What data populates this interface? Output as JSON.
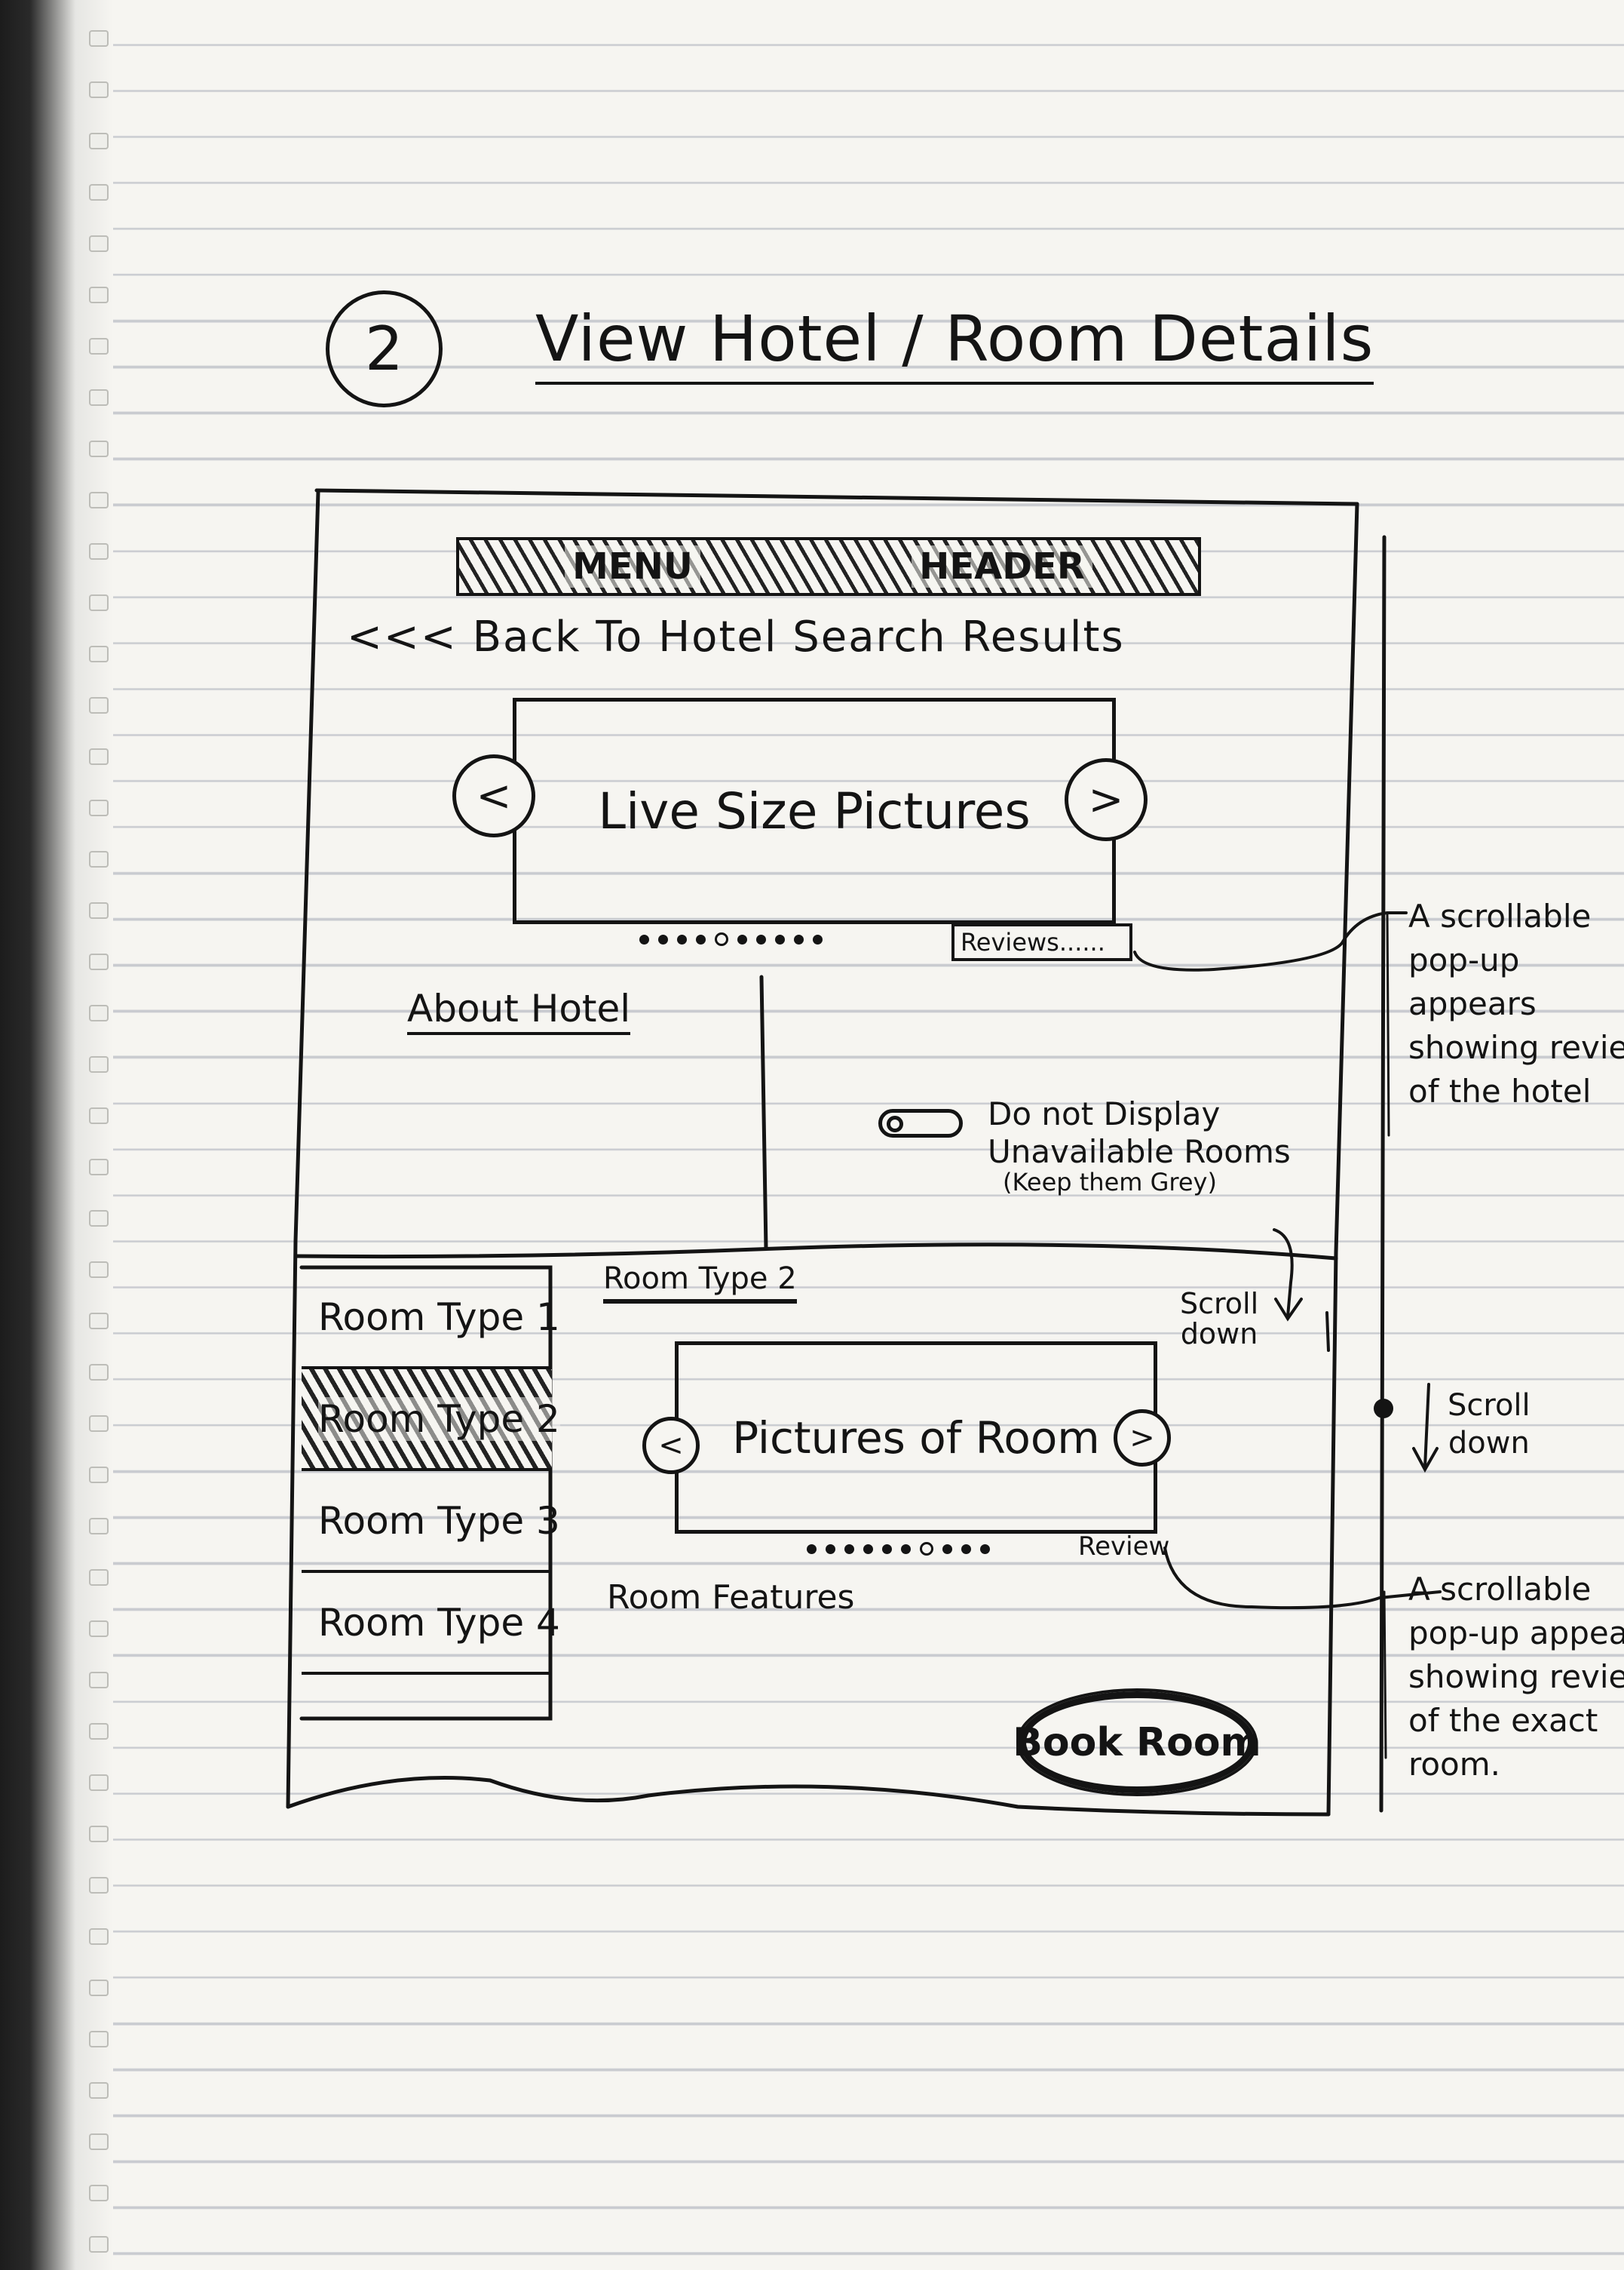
{
  "title": {
    "number": "2",
    "text": "View Hotel / Room Details"
  },
  "header": {
    "menu_label": "MENU",
    "header_label": "HEADER"
  },
  "back_link": {
    "label": "<<< Back To Hotel Search Results"
  },
  "hero": {
    "label": "Live Size Pictures",
    "prev_icon": "chevron-left-icon",
    "next_icon": "chevron-right-icon",
    "dot_count": 10,
    "active_dot": 4
  },
  "reviews": {
    "label": "Reviews......"
  },
  "annotations": {
    "hotel_reviews": [
      "A scrollable",
      "pop-up",
      "appears",
      "showing reviews",
      "of the hotel"
    ],
    "room_reviews": [
      "A scrollable",
      "pop-up appears",
      "showing reviews",
      "of the exact",
      "room."
    ]
  },
  "about": {
    "heading": "About Hotel"
  },
  "toggle": {
    "line1": "Do not Display",
    "line2": "Unavailable Rooms",
    "note": "(Keep them Grey)",
    "state": "off"
  },
  "room_types": {
    "items": [
      "Room Type 1",
      "Room Type 2",
      "Room Type 3",
      "Room Type 4"
    ],
    "selected_index": 1
  },
  "room_detail": {
    "heading": "Room Type 2",
    "pictures_label": "Pictures of Room",
    "dot_count": 10,
    "active_dot": 6,
    "review_label": "Review",
    "features_label": "Room Features",
    "book_label": "Book Room"
  },
  "scroll_hints": {
    "inner": [
      "Scroll",
      "down"
    ],
    "outer": [
      "Scroll",
      "down"
    ]
  }
}
